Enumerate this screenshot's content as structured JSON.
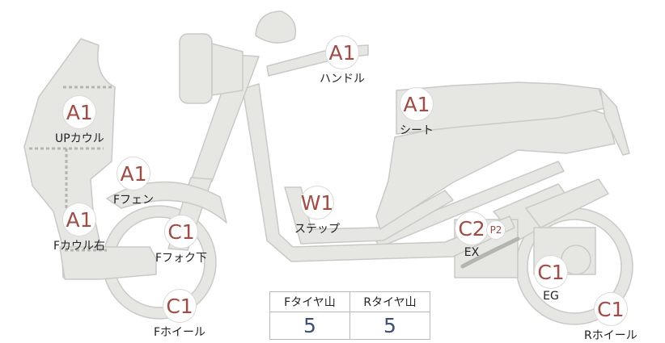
{
  "colors": {
    "body_fill": "#e6e6e2",
    "body_stroke": "#c9c9c5",
    "dotted_line": "#b5b5b0",
    "grade_text": "#a34a43",
    "value_text": "#3b4f78"
  },
  "parts": [
    {
      "key": "handle",
      "grade": "A1",
      "label": "ハンドル"
    },
    {
      "key": "seat",
      "grade": "A1",
      "label": "シート"
    },
    {
      "key": "up_cowl",
      "grade": "A1",
      "label": "UPカウル"
    },
    {
      "key": "f_fender",
      "grade": "A1",
      "label": "Fフェン"
    },
    {
      "key": "f_cowl_right",
      "grade": "A1",
      "label": "Fカウル右"
    },
    {
      "key": "step",
      "grade": "W1",
      "label": "ステップ"
    },
    {
      "key": "f_fork_lower",
      "grade": "C1",
      "label": "Fフォク下"
    },
    {
      "key": "f_wheel",
      "grade": "C1",
      "label": "Fホイール"
    },
    {
      "key": "ex",
      "grade": "C2",
      "sub_grade": "P2",
      "label": "EX"
    },
    {
      "key": "eg",
      "grade": "C1",
      "label": "EG"
    },
    {
      "key": "r_wheel",
      "grade": "C1",
      "label": "Rホイール"
    }
  ],
  "tread_table": {
    "front_header": "Fタイヤ山",
    "rear_header": "Rタイヤ山",
    "front_value": "5",
    "rear_value": "5"
  }
}
